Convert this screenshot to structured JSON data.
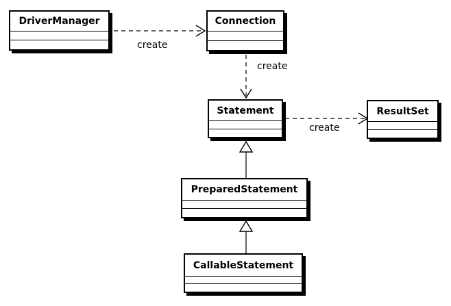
{
  "diagram": {
    "classes": {
      "driver_manager": "DriverManager",
      "connection": "Connection",
      "statement": "Statement",
      "result_set": "ResultSet",
      "prepared_statement": "PreparedStatement",
      "callable_statement": "CallableStatement"
    },
    "relations": {
      "dm_to_connection": "create",
      "connection_to_statement": "create",
      "statement_to_resultset": "create"
    }
  },
  "colors": {
    "line": "#000000",
    "background": "#ffffff"
  }
}
